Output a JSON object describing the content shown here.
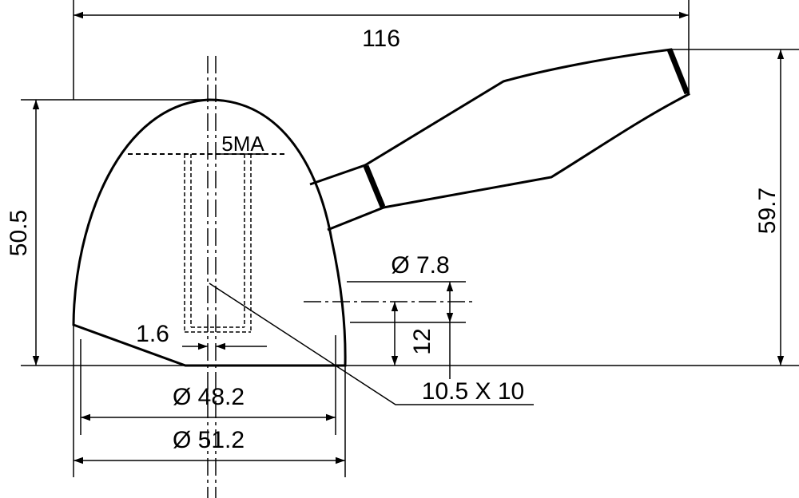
{
  "dimensions": {
    "overall_length": "116",
    "body_height": "50.5",
    "total_height": "59.7",
    "diameter_48": "Ø 48.2",
    "diameter_51": "Ø 51.2",
    "diameter_7_8": "Ø 7.8",
    "depth_12": "12",
    "wall_1_6": "1.6",
    "slot_label": "10.5 X 10",
    "thread_label": "5MA"
  },
  "colors": {
    "line": "#000000",
    "background": "#ffffff"
  }
}
